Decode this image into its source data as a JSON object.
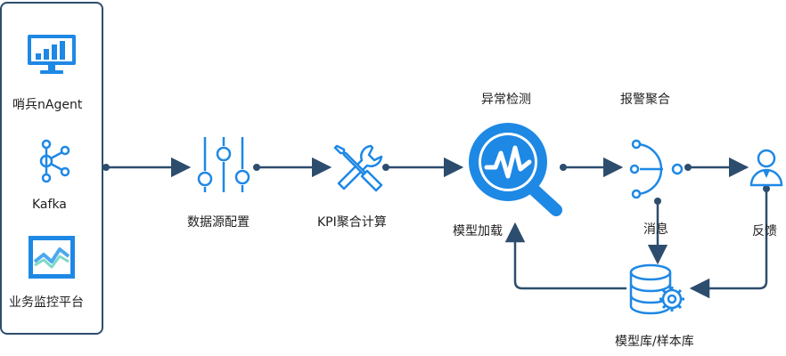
{
  "sources": {
    "agent_label": "哨兵nAgent",
    "kafka_label": "Kafka",
    "monitor_label": "业务监控平台"
  },
  "pipeline": {
    "datasource_label": "数据源配置",
    "kpi_label": "KPI聚合计算",
    "anomaly_label": "异常检测",
    "model_load_label": "模型加载",
    "alert_label": "报警聚合",
    "message_label": "消息",
    "feedback_label": "反馈",
    "store_label": "模型库/样本库"
  },
  "colors": {
    "line": "#2d4d6e",
    "accent": "#1e88e5",
    "accent_light": "#4aa8f0"
  },
  "icons": {
    "agent": "monitor-chart-icon",
    "kafka": "kafka-icon",
    "monitor": "dashboard-icon",
    "datasource": "sliders-icon",
    "kpi": "tools-icon",
    "anomaly": "magnifier-wave-icon",
    "alert": "merge-icon",
    "feedback": "user-icon",
    "store": "database-gear-icon"
  }
}
